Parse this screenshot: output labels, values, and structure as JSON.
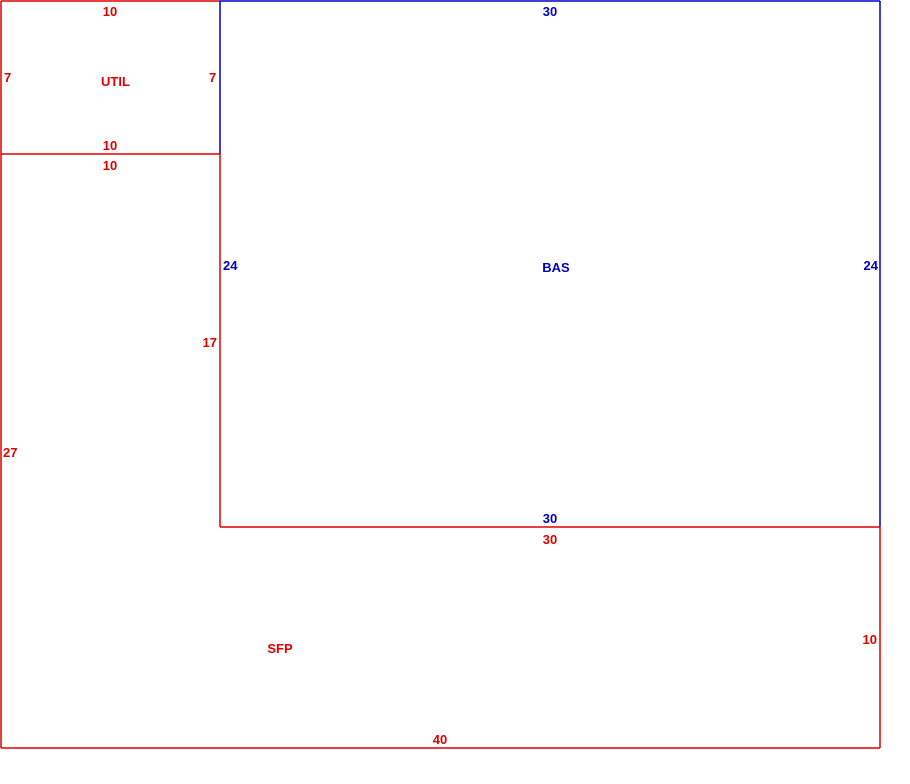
{
  "colors": {
    "red": "#e00000",
    "blue": "#0000c8",
    "background": "#ffffff"
  },
  "rooms": {
    "util": {
      "name": "UTIL",
      "top": "10",
      "left": "7",
      "right": "7",
      "bottom": "10"
    },
    "bas": {
      "name": "BAS",
      "top": "30",
      "left": "24",
      "right": "24",
      "bottom": "30"
    },
    "sfp": {
      "name": "SFP",
      "top_left_part": "10",
      "left": "27",
      "inner_vertical": "17",
      "inner_horizontal": "30",
      "right": "10",
      "bottom": "40"
    }
  }
}
